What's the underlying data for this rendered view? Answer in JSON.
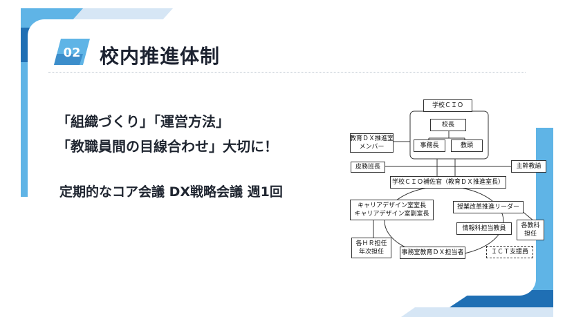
{
  "colors": {
    "accent_dark": "#1f6fb4",
    "accent_light": "#5fb4e6",
    "accent_pale": "#d6e6f5",
    "text_dark": "#1c2230"
  },
  "header": {
    "badge_number": "02",
    "title": "校内推進体制"
  },
  "message": {
    "line1": "「組織づくり」「運営方法」",
    "line2": "「教職員間の目線合わせ」大切に！",
    "line3": "定期的なコア会議 DX戦略会議 週1回"
  },
  "org": {
    "cio": "学校ＣＩＯ",
    "principal": "校長",
    "office_chief": "事務長",
    "vice_principal": "教頭",
    "dx_office_member_1": "教育ＤＸ推進室",
    "dx_office_member_2": "メンバー",
    "health_chief": "皮務班長",
    "chief_teacher": "主幹教諭",
    "cio_assistant": "学校ＣＩＯ補佐官（教育ＤＸ推進室長）",
    "career_1": "キャリアデザイン室室長",
    "career_2": "キャリアデザイン室副室長",
    "reform_leader": "授業改革推進リーダー",
    "info_teacher": "情報科担当教員",
    "subject_1": "各教科",
    "subject_2": "担任",
    "hr_1": "各ＨＲ担任",
    "hr_2": "年次担任",
    "office_dx": "事務室教育ＤＸ担当者",
    "ict_support": "ＩＣＴ支援員"
  }
}
